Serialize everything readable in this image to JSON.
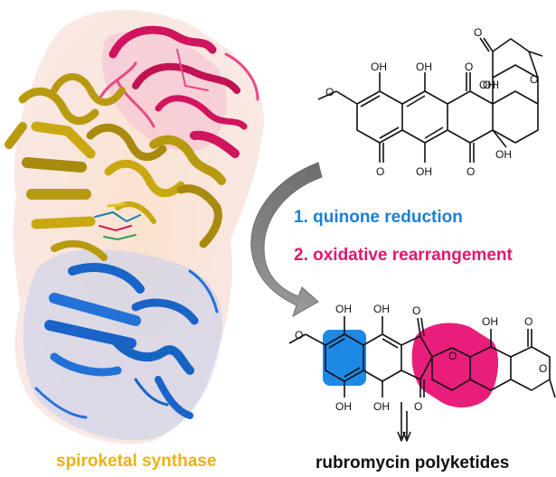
{
  "labels": {
    "enzyme": "spiroketal synthase",
    "step1": "1. quinone reduction",
    "step2": "2. oxidative rearrangement",
    "product": "rubromycin polyketides"
  },
  "atoms": {
    "oh": "OH",
    "o": "O"
  },
  "colors": {
    "enzyme_label": "#e8b21a",
    "step1": "#1e7fd2",
    "step2": "#e0196e",
    "protein_gold": "#b89a10",
    "protein_magenta": "#d0145e",
    "protein_blue": "#1a63c8",
    "highlight_blue": "#1e88e5",
    "highlight_magenta": "#e91e7a",
    "arrow_gray": "#808080"
  }
}
